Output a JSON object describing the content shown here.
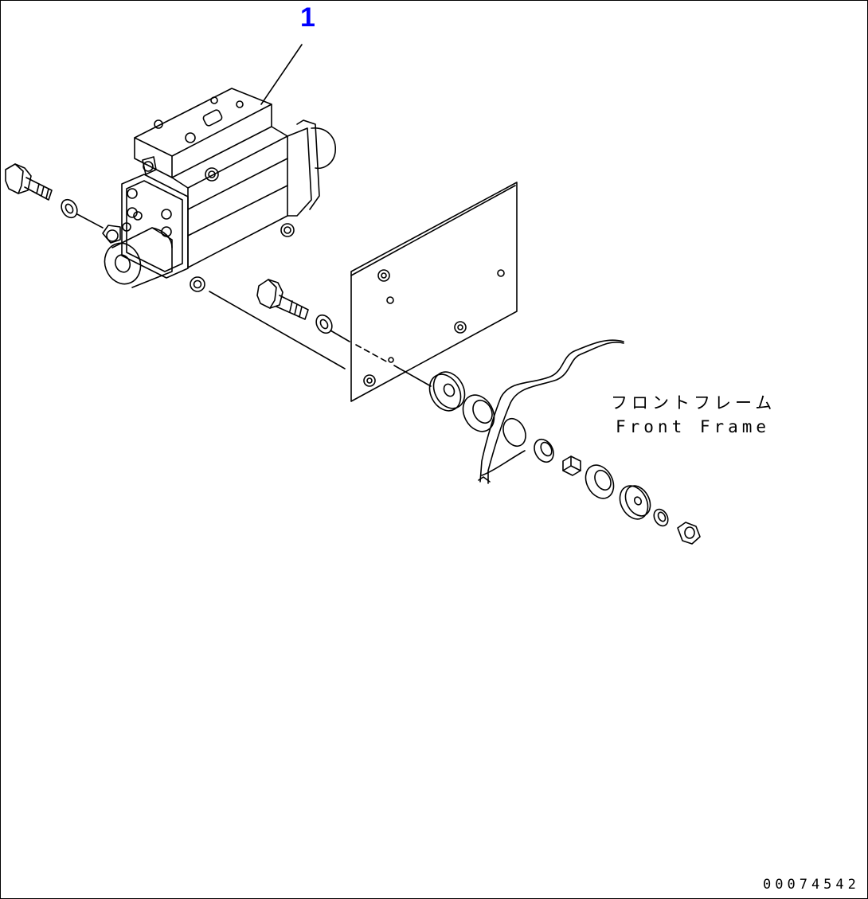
{
  "callout": {
    "number": "1",
    "color": "#0000ff"
  },
  "labels": {
    "front_frame_jp": "フロントフレーム",
    "front_frame_en": "Front Frame"
  },
  "drawing_number": "00074542"
}
